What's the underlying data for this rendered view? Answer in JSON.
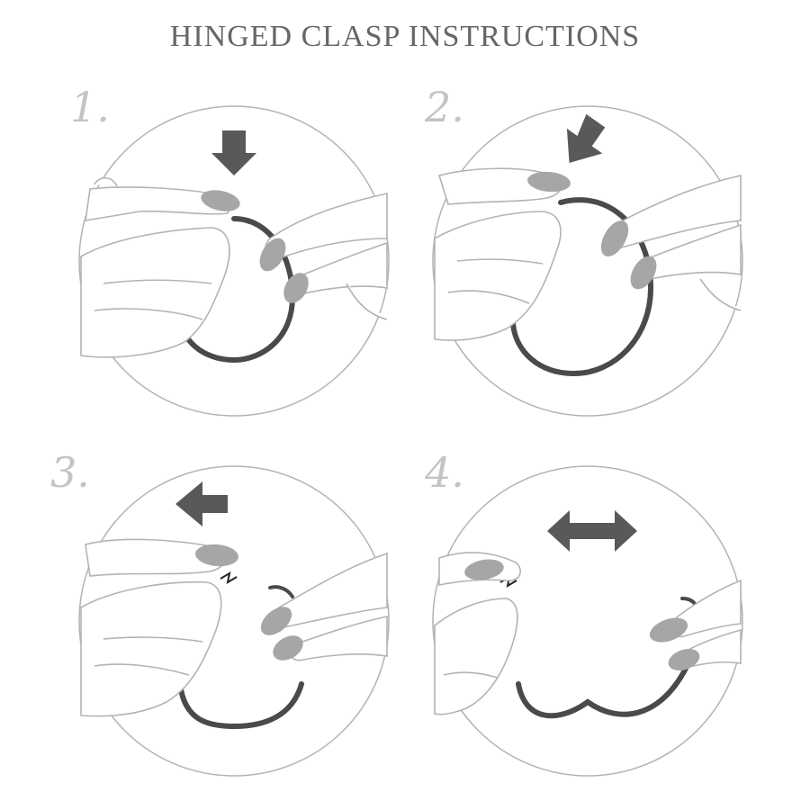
{
  "title": "HINGED CLASP INSTRUCTIONS",
  "steps": [
    {
      "number": "1.",
      "arrow": "down-arrow"
    },
    {
      "number": "2.",
      "arrow": "down-left-arrow"
    },
    {
      "number": "3.",
      "arrow": "left-arrow"
    },
    {
      "number": "4.",
      "arrow": "left-right-arrow"
    }
  ],
  "colors": {
    "outline": "#b3b3b3",
    "ring": "#4a4a4a",
    "nail": "#a6a6a6",
    "arrow": "#595959",
    "title": "#666666",
    "number": "#c4c4c4"
  }
}
